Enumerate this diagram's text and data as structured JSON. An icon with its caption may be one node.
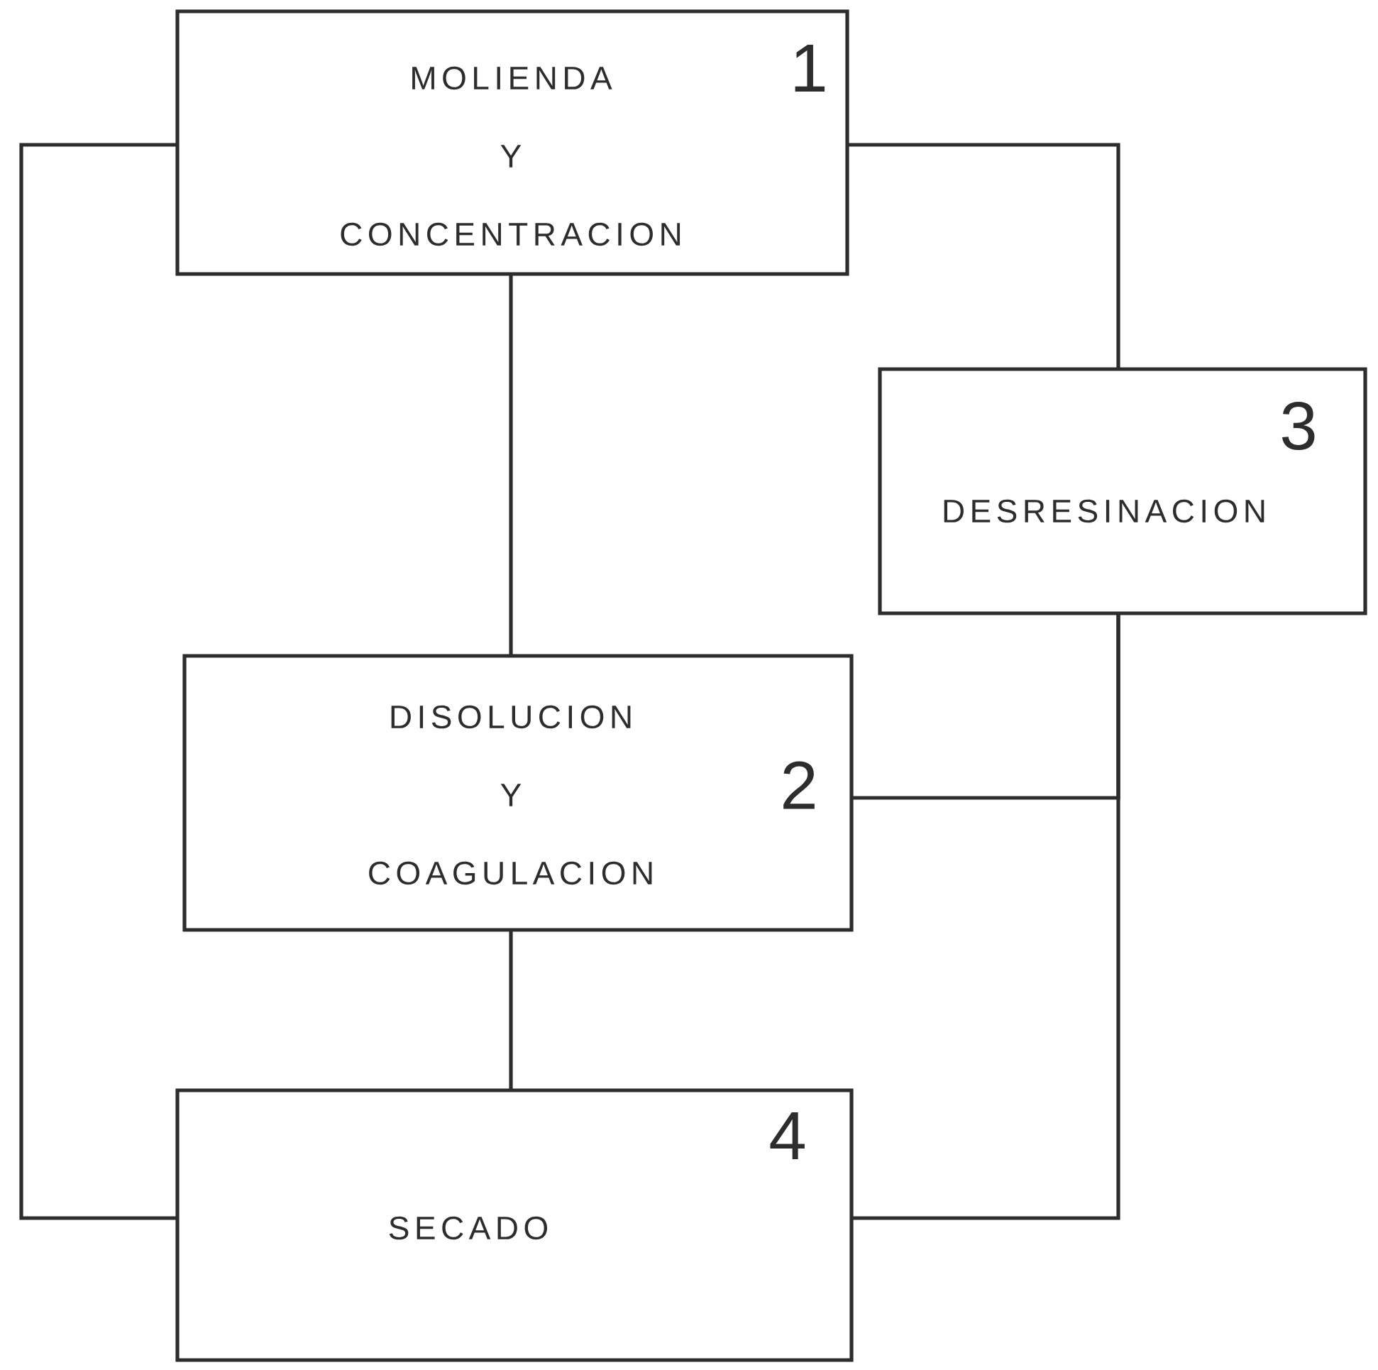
{
  "diagram": {
    "nodes": [
      {
        "text": [
          "MOLIENDA Y CONCENTRACION",
          "1"
        ]
      },
      {
        "text": [
          "DISOLUCION Y COAGULACION",
          "2"
        ]
      },
      {
        "text": [
          "3",
          "DESRESINACION"
        ]
      },
      {
        "text": [
          "4",
          "SECADO"
        ]
      }
    ],
    "edges": [
      {
        "from": 0,
        "to": 1,
        "arrow": "none"
      },
      {
        "from": 1,
        "to": 3,
        "arrow": "none"
      },
      {
        "from": 0,
        "to": 3,
        "arrow": "none"
      },
      {
        "from": 0,
        "to": 2,
        "arrow": "none"
      },
      {
        "from": 2,
        "to": 1,
        "arrow": "none"
      },
      {
        "from": 2,
        "to": 3,
        "arrow": "none"
      }
    ]
  }
}
